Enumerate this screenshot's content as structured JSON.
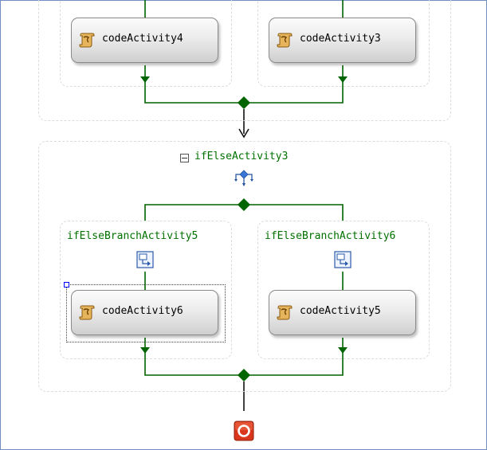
{
  "activities": {
    "code4": "codeActivity4",
    "code3": "codeActivity3",
    "code6": "codeActivity6",
    "code5": "codeActivity5"
  },
  "if_else": {
    "title": "ifElseActivity3",
    "branch_left": "ifElseBranchActivity5",
    "branch_right": "ifElseBranchActivity6"
  },
  "icons": {
    "code_activity": "scroll-icon",
    "ifelse": "ifelse-icon",
    "branch": "branch-icon",
    "collapse": "collapse-minus-icon",
    "end": "workflow-end-icon"
  },
  "colors": {
    "connector": "#006400",
    "label": "#007000",
    "end_icon": "#d9361c",
    "frame": "#6f8fc2"
  }
}
